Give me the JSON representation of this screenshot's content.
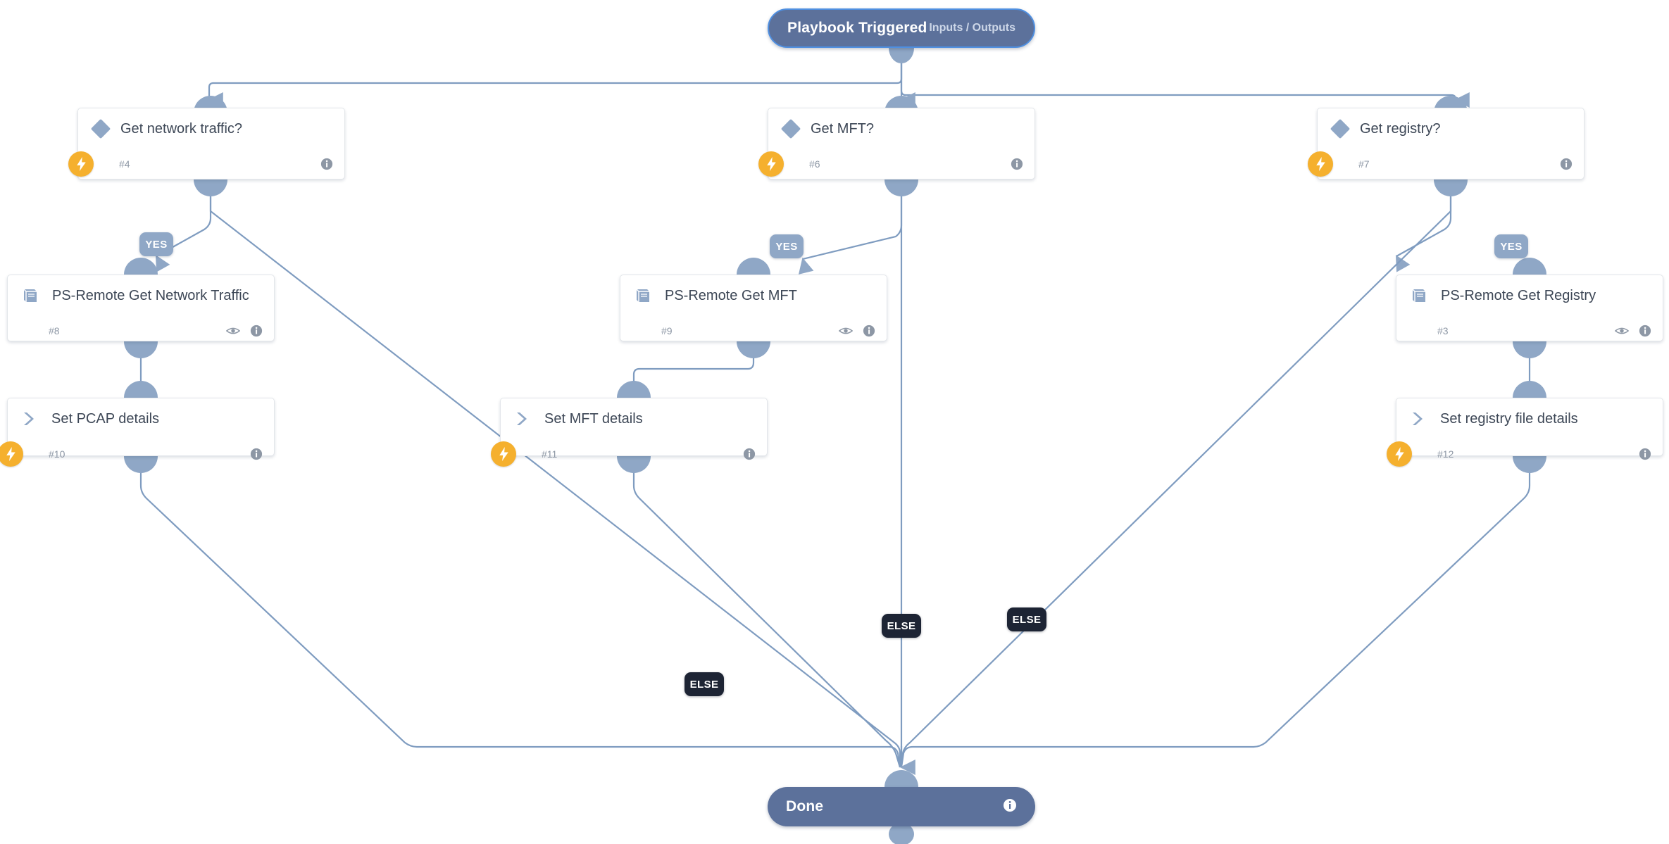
{
  "canvas": {
    "background": "#ffffff",
    "edge_color": "#7f9cc0",
    "node_accent": "#8fa7c6",
    "badge_color": "#f5b02e",
    "pill_color": "#5c719b",
    "else_badge_color": "#1d2434"
  },
  "trigger": {
    "title": "Playbook Triggered",
    "subtitle": "Inputs / Outputs"
  },
  "done": {
    "title": "Done",
    "info_icon": "info-icon"
  },
  "nodes": [
    {
      "id": "get-network-traffic",
      "title": "Get network traffic?",
      "task_id": "#4",
      "type": "condition",
      "icon": "diamond-icon",
      "badge": "lightning-bolt-icon",
      "has_eye": false,
      "has_info": true
    },
    {
      "id": "get-mft",
      "title": "Get MFT?",
      "task_id": "#6",
      "type": "condition",
      "icon": "diamond-icon",
      "badge": "lightning-bolt-icon",
      "has_eye": false,
      "has_info": true
    },
    {
      "id": "get-registry",
      "title": "Get registry?",
      "task_id": "#7",
      "type": "condition",
      "icon": "diamond-icon",
      "badge": "lightning-bolt-icon",
      "has_eye": false,
      "has_info": true
    },
    {
      "id": "ps-remote-get-network-traffic",
      "title": "PS-Remote Get Network Traffic",
      "task_id": "#8",
      "type": "sub-playbook",
      "icon": "book-icon",
      "badge": null,
      "has_eye": true,
      "has_info": true
    },
    {
      "id": "ps-remote-get-mft",
      "title": "PS-Remote Get MFT",
      "task_id": "#9",
      "type": "sub-playbook",
      "icon": "book-icon",
      "badge": null,
      "has_eye": true,
      "has_info": true
    },
    {
      "id": "ps-remote-get-registry",
      "title": "PS-Remote Get Registry",
      "task_id": "#3",
      "type": "sub-playbook",
      "icon": "book-icon",
      "badge": null,
      "has_eye": true,
      "has_info": true
    },
    {
      "id": "set-pcap-details",
      "title": "Set PCAP details",
      "task_id": "#10",
      "type": "set",
      "icon": "chevron-right-icon",
      "badge": "lightning-bolt-icon",
      "has_eye": false,
      "has_info": true
    },
    {
      "id": "set-mft-details",
      "title": "Set MFT details",
      "task_id": "#11",
      "type": "set",
      "icon": "chevron-right-icon",
      "badge": "lightning-bolt-icon",
      "has_eye": false,
      "has_info": true
    },
    {
      "id": "set-registry-file-details",
      "title": "Set registry file details",
      "task_id": "#12",
      "type": "set",
      "icon": "chevron-right-icon",
      "badge": "lightning-bolt-icon",
      "has_eye": false,
      "has_info": true
    }
  ],
  "edge_labels": [
    {
      "id": "yes-network-traffic",
      "text": "YES",
      "kind": "yes"
    },
    {
      "id": "yes-mft",
      "text": "YES",
      "kind": "yes"
    },
    {
      "id": "yes-registry",
      "text": "YES",
      "kind": "yes"
    },
    {
      "id": "else-network-traffic",
      "text": "ELSE",
      "kind": "else"
    },
    {
      "id": "else-mft",
      "text": "ELSE",
      "kind": "else"
    },
    {
      "id": "else-registry",
      "text": "ELSE",
      "kind": "else"
    }
  ]
}
